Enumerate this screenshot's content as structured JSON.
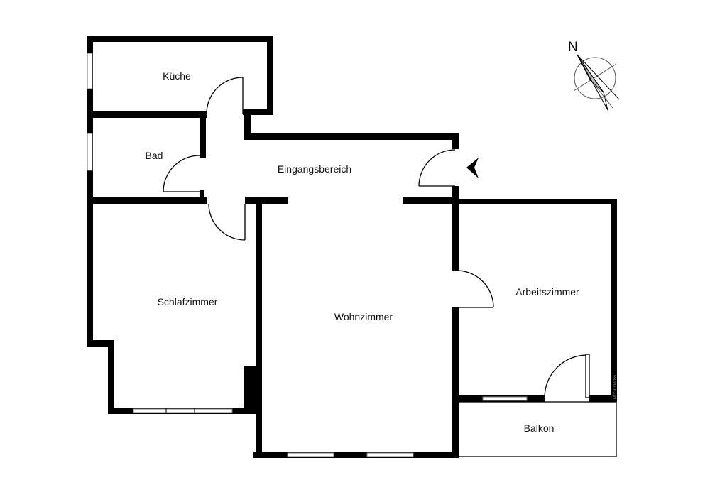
{
  "plan": {
    "rooms": [
      {
        "id": "kueche",
        "label": "Küche"
      },
      {
        "id": "bad",
        "label": "Bad"
      },
      {
        "id": "eingang",
        "label": "Eingangsbereich"
      },
      {
        "id": "schlafzimmer",
        "label": "Schlafzimmer"
      },
      {
        "id": "wohnzimmer",
        "label": "Wohnzimmer"
      },
      {
        "id": "arbeitszimmer",
        "label": "Arbeitszimmer"
      },
      {
        "id": "balkon",
        "label": "Balkon"
      }
    ],
    "compass_label": "N",
    "watermark": "McGrundriss"
  },
  "colors": {
    "wall": "#000000",
    "background": "#ffffff"
  }
}
